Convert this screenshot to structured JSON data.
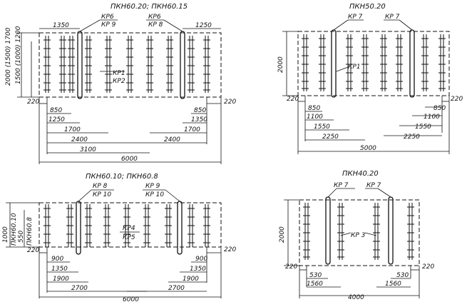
{
  "panels": [
    {
      "title": "ПКН60.20; ПКН60.15",
      "labels": [
        "КР6",
        "КР 9",
        "КР6",
        "КР 8",
        "КР1",
        "КР2"
      ],
      "dims": [
        "1350",
        "1250",
        "220",
        "850",
        "1250",
        "1700",
        "2400",
        "3100",
        "6000",
        "850",
        "1350",
        "1700",
        "2400",
        "220"
      ],
      "vdims": [
        "2000 (1500) 1700",
        "1500 (1000) 1200"
      ]
    },
    {
      "title": "ПКН50.20",
      "labels": [
        "КР 7",
        "КР 7",
        "КР1"
      ],
      "dims": [
        "220",
        "850",
        "1100",
        "1550",
        "2250",
        "5000",
        "2250",
        "1550",
        "1100",
        "850",
        "220"
      ],
      "vdims": [
        "2000"
      ]
    },
    {
      "title": "ПКН60.10; ПКН60.8",
      "labels": [
        "КР 8",
        "КР 10",
        "КР 9",
        "КР 10",
        "КР4",
        "КР5"
      ],
      "dims": [
        "220",
        "900",
        "1350",
        "1900",
        "2700",
        "6000",
        "2700",
        "1900",
        "1350",
        "900",
        "220"
      ],
      "vdims": [
        "1000",
        "550",
        "ПКН60.8",
        "ПКН60.10"
      ]
    },
    {
      "title": "ПКН40.20",
      "labels": [
        "КР 7",
        "КР 7",
        "КР 3"
      ],
      "dims": [
        "220",
        "530",
        "1560",
        "4000",
        "1560",
        "530",
        "220"
      ],
      "vdims": [
        "2000"
      ]
    }
  ]
}
